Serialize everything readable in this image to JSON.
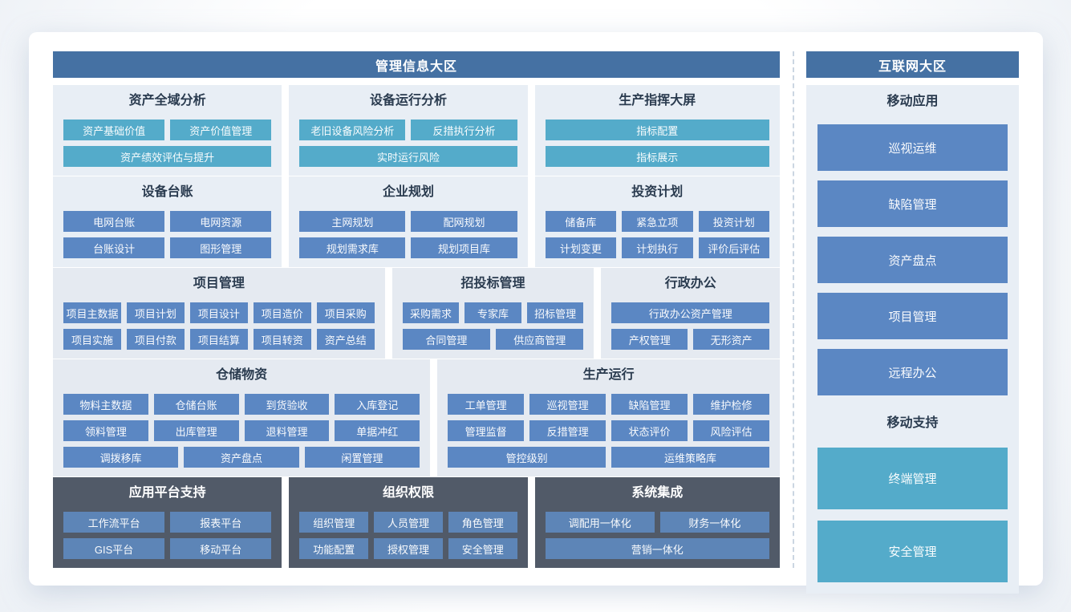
{
  "colors": {
    "zone_header": "#4571a3",
    "teal_button": "#54abca",
    "blue_button": "#5b87c3",
    "dark_panel": "#515a68",
    "dark_panel_button": "#5d85b7",
    "light_panel": "#e8eef5",
    "light_panel_alt": "#e5eaf1",
    "divider_dash": "#cbd6e2",
    "title_text": "#2a3b4f"
  },
  "left_zone": {
    "title": "管理信息大区",
    "rows": [
      {
        "cards": [
          {
            "key": "asset-global-analysis",
            "title": "资产全域分析",
            "style": "teal",
            "weight": 285,
            "button_rows": [
              [
                "资产基础价值",
                "资产价值管理"
              ],
              [
                "资产绩效评估与提升"
              ]
            ]
          },
          {
            "key": "equipment-operation-analysis",
            "title": "设备运行分析",
            "style": "teal",
            "weight": 298,
            "button_rows": [
              [
                "老旧设备风险分析",
                "反措执行分析"
              ],
              [
                "实时运行风险"
              ]
            ]
          },
          {
            "key": "production-command-screen",
            "title": "生产指挥大屏",
            "style": "teal",
            "weight": 307,
            "button_rows": [
              [
                "指标配置"
              ],
              [
                "指标展示"
              ]
            ]
          }
        ]
      },
      {
        "cards": [
          {
            "key": "equipment-ledger",
            "title": "设备台账",
            "style": "",
            "weight": 285,
            "button_rows": [
              [
                "电网台账",
                "电网资源"
              ],
              [
                "台账设计",
                "图形管理"
              ]
            ]
          },
          {
            "key": "enterprise-planning",
            "title": "企业规划",
            "style": "",
            "weight": 298,
            "button_rows": [
              [
                "主网规划",
                "配网规划"
              ],
              [
                "规划需求库",
                "规划项目库"
              ]
            ]
          },
          {
            "key": "investment-plan",
            "title": "投资计划",
            "style": "",
            "weight": 307,
            "button_rows": [
              [
                "储备库",
                "紧急立项",
                "投资计划"
              ],
              [
                "计划变更",
                "计划执行",
                "评价后评估"
              ]
            ]
          }
        ]
      },
      {
        "cards": [
          {
            "key": "project-management",
            "title": "项目管理",
            "style": "alt",
            "weight": 426,
            "button_rows": [
              [
                "项目主数据",
                "项目计划",
                "项目设计",
                "项目造价",
                "项目采购"
              ],
              [
                "项目实施",
                "项目付款",
                "项目结算",
                "项目转资",
                "资产总结"
              ]
            ]
          },
          {
            "key": "bidding-management",
            "title": "招投标管理",
            "style": "alt",
            "weight": 248,
            "button_rows": [
              [
                "采购需求",
                "专家库",
                "招标管理"
              ],
              [
                "合同管理",
                "供应商管理"
              ]
            ]
          },
          {
            "key": "administrative-office",
            "title": "行政办公",
            "style": "alt",
            "weight": 216,
            "button_rows": [
              [
                "行政办公资产管理"
              ],
              [
                "产权管理",
                "无形资产"
              ]
            ]
          }
        ]
      },
      {
        "cards": [
          {
            "key": "warehouse-materials",
            "title": "仓储物资",
            "style": "alt",
            "weight": 472,
            "button_rows": [
              [
                "物料主数据",
                "仓储台账",
                "到货验收",
                "入库登记"
              ],
              [
                "领料管理",
                "出库管理",
                "退料管理",
                "单据冲红"
              ],
              [
                "调拨移库",
                "资产盘点",
                "闲置管理"
              ]
            ]
          },
          {
            "key": "production-operation",
            "title": "生产运行",
            "style": "alt",
            "weight": 426,
            "button_rows": [
              [
                "工单管理",
                "巡视管理",
                "缺陷管理",
                "维护检修"
              ],
              [
                "管理监督",
                "反措管理",
                "状态评价",
                "风险评估"
              ],
              [
                "管控级别",
                "运维策略库"
              ]
            ]
          }
        ]
      },
      {
        "cards": [
          {
            "key": "app-platform-support",
            "title": "应用平台支持",
            "style": "dark",
            "weight": 285,
            "button_rows": [
              [
                "工作流平台",
                "报表平台"
              ],
              [
                "GIS平台",
                "移动平台"
              ]
            ]
          },
          {
            "key": "org-permission",
            "title": "组织权限",
            "style": "dark",
            "weight": 298,
            "button_rows": [
              [
                "组织管理",
                "人员管理",
                "角色管理"
              ],
              [
                "功能配置",
                "授权管理",
                "安全管理"
              ]
            ]
          },
          {
            "key": "system-integration",
            "title": "系统集成",
            "style": "dark",
            "weight": 307,
            "button_rows": [
              [
                "调配用一体化",
                "财务一体化"
              ],
              [
                "营销一体化"
              ]
            ]
          }
        ]
      }
    ]
  },
  "right_zone": {
    "title": "互联网大区",
    "sections": [
      {
        "key": "mobile-app",
        "title": "移动应用",
        "style": "",
        "button_style": "tall",
        "buttons": [
          "巡视运维",
          "缺陷管理",
          "资产盘点",
          "项目管理",
          "远程办公"
        ]
      },
      {
        "key": "mobile-support",
        "title": "移动支持",
        "style": "teal",
        "button_style": "xtall",
        "buttons": [
          "终端管理",
          "安全管理"
        ]
      }
    ]
  }
}
